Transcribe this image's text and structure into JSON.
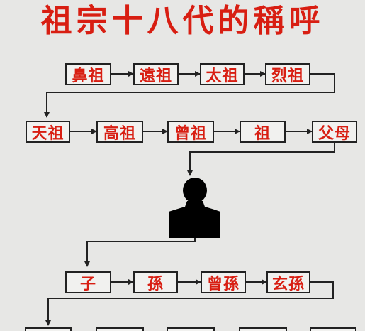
{
  "title": "祖宗十八代的稱呼",
  "ancestors_row1": [
    "鼻祖",
    "遠祖",
    "太祖",
    "烈祖"
  ],
  "ancestors_row2": [
    "天祖",
    "高祖",
    "曾祖",
    "祖",
    "父母"
  ],
  "descendants_row1": [
    "子",
    "孫",
    "曾孫",
    "玄孫"
  ],
  "colors": {
    "text": "#d81e12",
    "line": "#222222",
    "box_bg": "#f1f1ef",
    "background": "#e7e7e5"
  }
}
